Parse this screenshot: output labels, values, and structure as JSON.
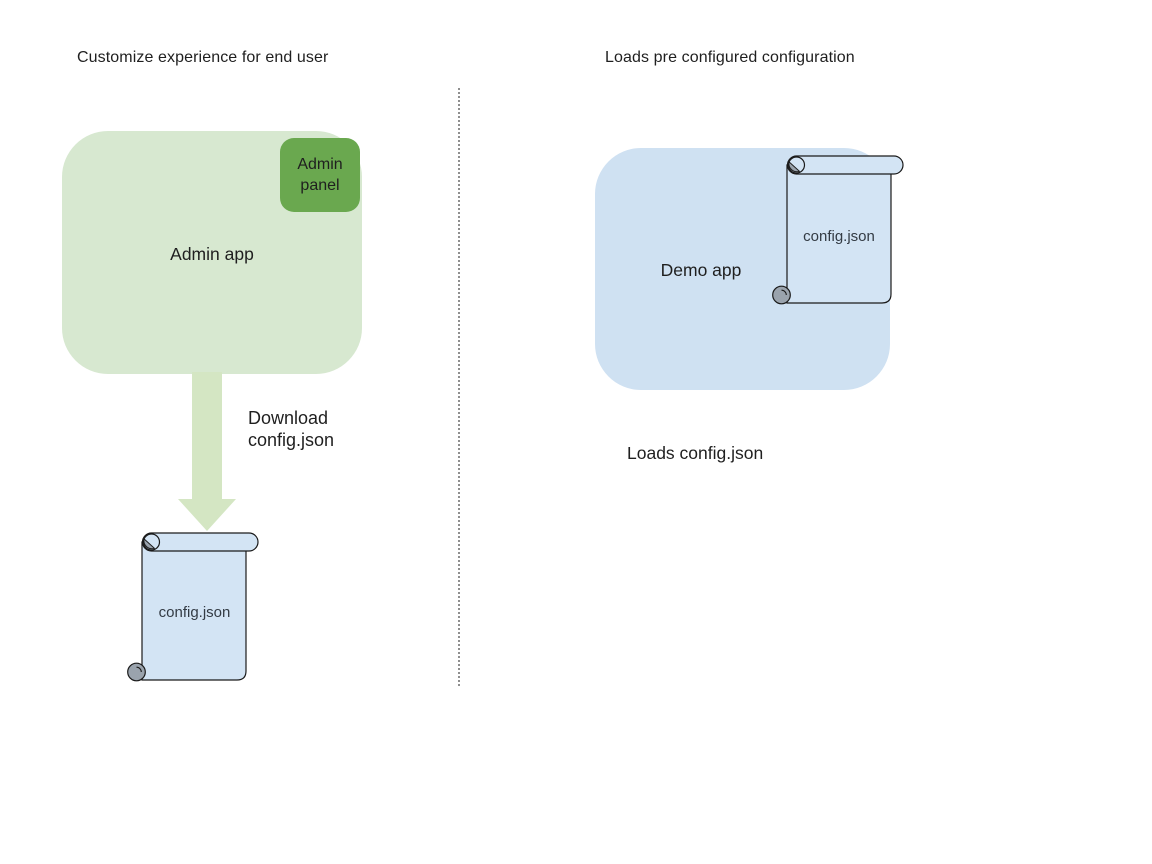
{
  "diagram": {
    "left": {
      "title": "Customize experience for end user",
      "admin_app": {
        "label": "Admin app",
        "fill": "#d7e8d0"
      },
      "admin_panel": {
        "label": "Admin panel",
        "fill": "#6aa84f"
      },
      "arrow": {
        "label": "Download\nconfig.json",
        "fill": "#d4e6c3"
      },
      "config_file": {
        "label": "config.json",
        "fill": "#d3e4f4",
        "curl_fill": "#9aa3ad"
      }
    },
    "divider": {
      "color": "#8f8f8f"
    },
    "right": {
      "title": "Loads pre configured configuration",
      "demo_app": {
        "label": "Demo app",
        "fill": "#cfe1f2"
      },
      "config_file": {
        "label": "config.json",
        "fill": "#d3e4f4",
        "curl_fill": "#9aa3ad"
      },
      "caption": "Loads config.json"
    }
  }
}
